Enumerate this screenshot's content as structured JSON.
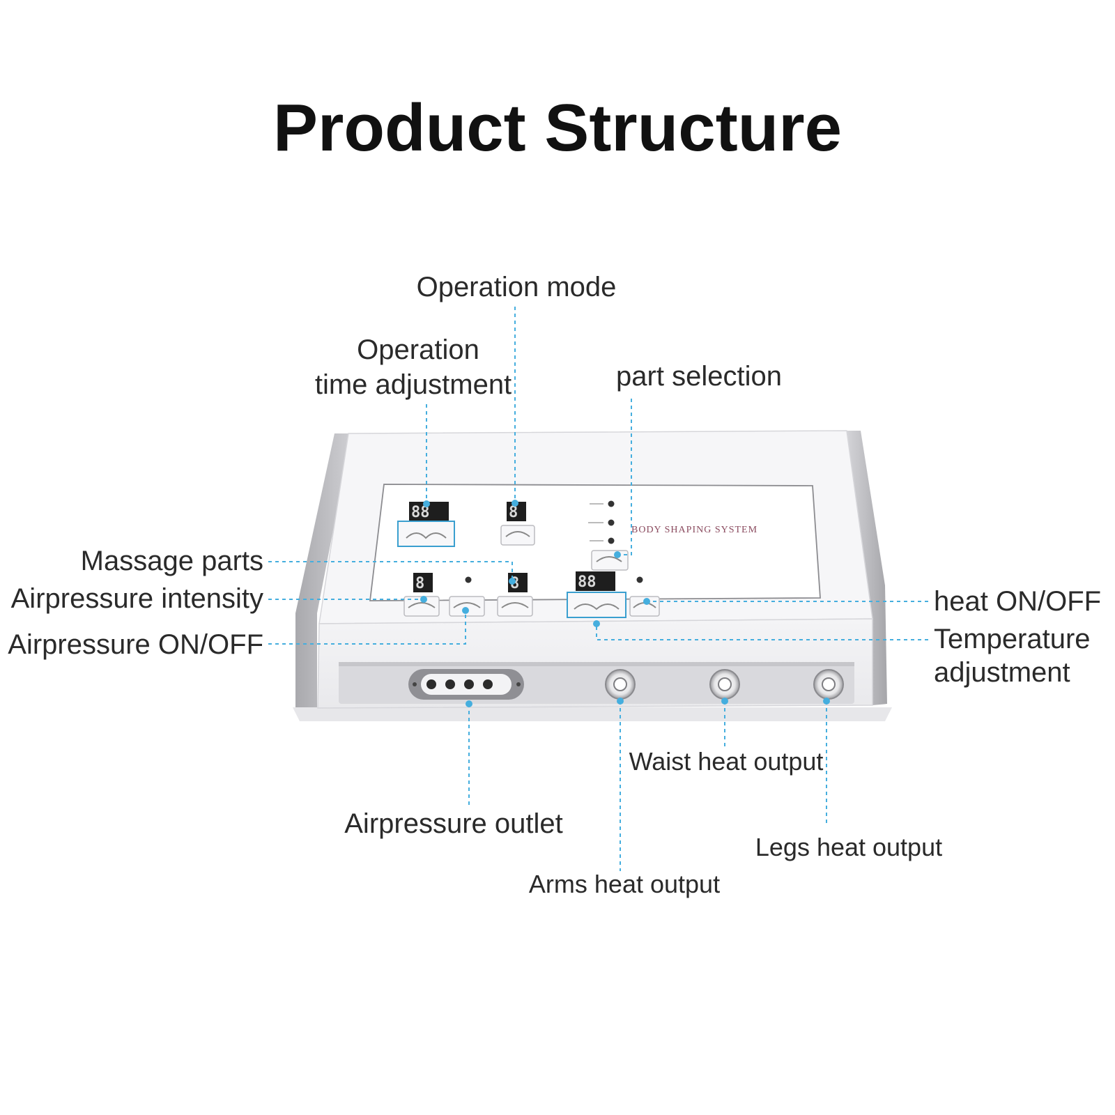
{
  "title": "Product Structure",
  "device": {
    "brand_text": "BODY SHAPING SYSTEM"
  },
  "labels": {
    "operation_mode": "Operation mode",
    "operation_time_line1": "Operation",
    "operation_time_line2": "time adjustment",
    "part_selection": "part selection",
    "massage_parts": "Massage parts",
    "airpressure_intensity": "Airpressure intensity",
    "airpressure_onoff": "Airpressure ON/OFF",
    "heat_onoff": "heat ON/OFF",
    "temperature_line1": "Temperature",
    "temperature_line2": "adjustment",
    "waist_heat_output": "Waist heat output",
    "airpressure_outlet": "Airpressure outlet",
    "legs_heat_output": "Legs heat output",
    "arms_heat_output": "Arms heat output"
  },
  "colors": {
    "leader_line": "#45aede",
    "device_body": "#f1f1f3",
    "device_side": "#b9b9bd"
  }
}
